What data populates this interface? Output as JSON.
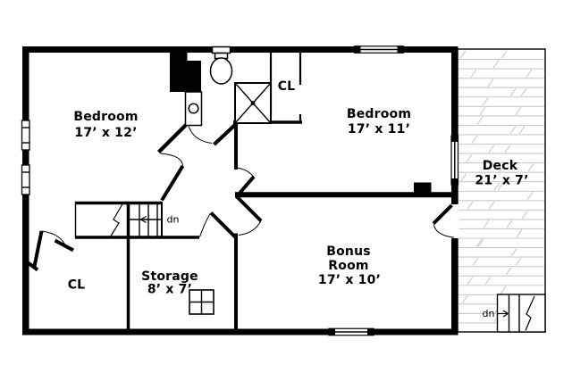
{
  "plan": {
    "title_hint": "second floor plan",
    "rooms": {
      "bedroom1": {
        "name": "Bedroom",
        "dims": "17’ x 12’"
      },
      "bedroom2": {
        "name": "Bedroom",
        "dims": "17’ x 11’"
      },
      "bonus": {
        "name": "Bonus",
        "name2": "Room",
        "dims": "17’ x 10’"
      },
      "storage": {
        "name": "Storage",
        "dims": "8’ x 7’"
      },
      "deck": {
        "name": "Deck",
        "dims": "21’ x 7’"
      },
      "closet_upper": {
        "name": "CL"
      },
      "closet_lower": {
        "name": "CL"
      }
    },
    "stairs": {
      "main_label": "dn",
      "deck_label": "dn"
    },
    "fixtures": [
      "toilet",
      "sink",
      "shower",
      "chimney",
      "window",
      "staircase",
      "deck-staircase"
    ],
    "colors": {
      "wall": "#000000",
      "plank": "#c9c9c9",
      "background": "#ffffff",
      "text": "#000000"
    }
  }
}
